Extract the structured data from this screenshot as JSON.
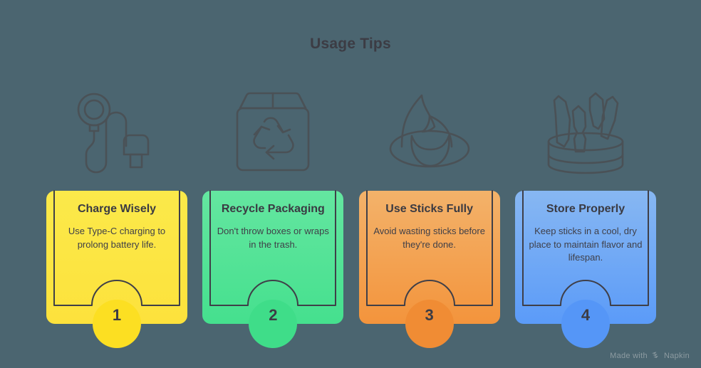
{
  "header": {
    "title": "Usage Tips"
  },
  "colors": {
    "background": "#4b6570",
    "title_text": "#3c3c44",
    "card_text": "#3a3a42",
    "outline": "#3f3f48",
    "icon_stroke": "#4a5156",
    "watermark_text": "#8d9ba1"
  },
  "cards": [
    {
      "number": "1",
      "title": "Charge Wisely",
      "description": "Use Type-C charging to prolong battery life.",
      "icon": "charging-cable-icon",
      "color_top": "#fbe94a",
      "color_bottom": "#fde23c",
      "badge_color": "#fcdf22"
    },
    {
      "number": "2",
      "title": "Recycle Packaging",
      "description": "Don't throw boxes or wraps in the trash.",
      "icon": "recycle-box-icon",
      "color_top": "#64e6a0",
      "color_bottom": "#45e08e",
      "badge_color": "#3fdd89"
    },
    {
      "number": "3",
      "title": "Use Sticks Fully",
      "description": "Avoid wasting sticks before they're done.",
      "icon": "flame-icon",
      "color_top": "#f3b26a",
      "color_bottom": "#f3943c",
      "badge_color": "#f08c34"
    },
    {
      "number": "4",
      "title": "Store Properly",
      "description": "Keep sticks in a cool, dry place to maintain flavor and lifespan.",
      "icon": "sticks-holder-icon",
      "color_top": "#87b7f2",
      "color_bottom": "#5b9bf8",
      "badge_color": "#5596f7"
    }
  ],
  "watermark": {
    "text_before": "Made with",
    "brand": "Napkin",
    "logo": "napkin-logo-icon"
  }
}
